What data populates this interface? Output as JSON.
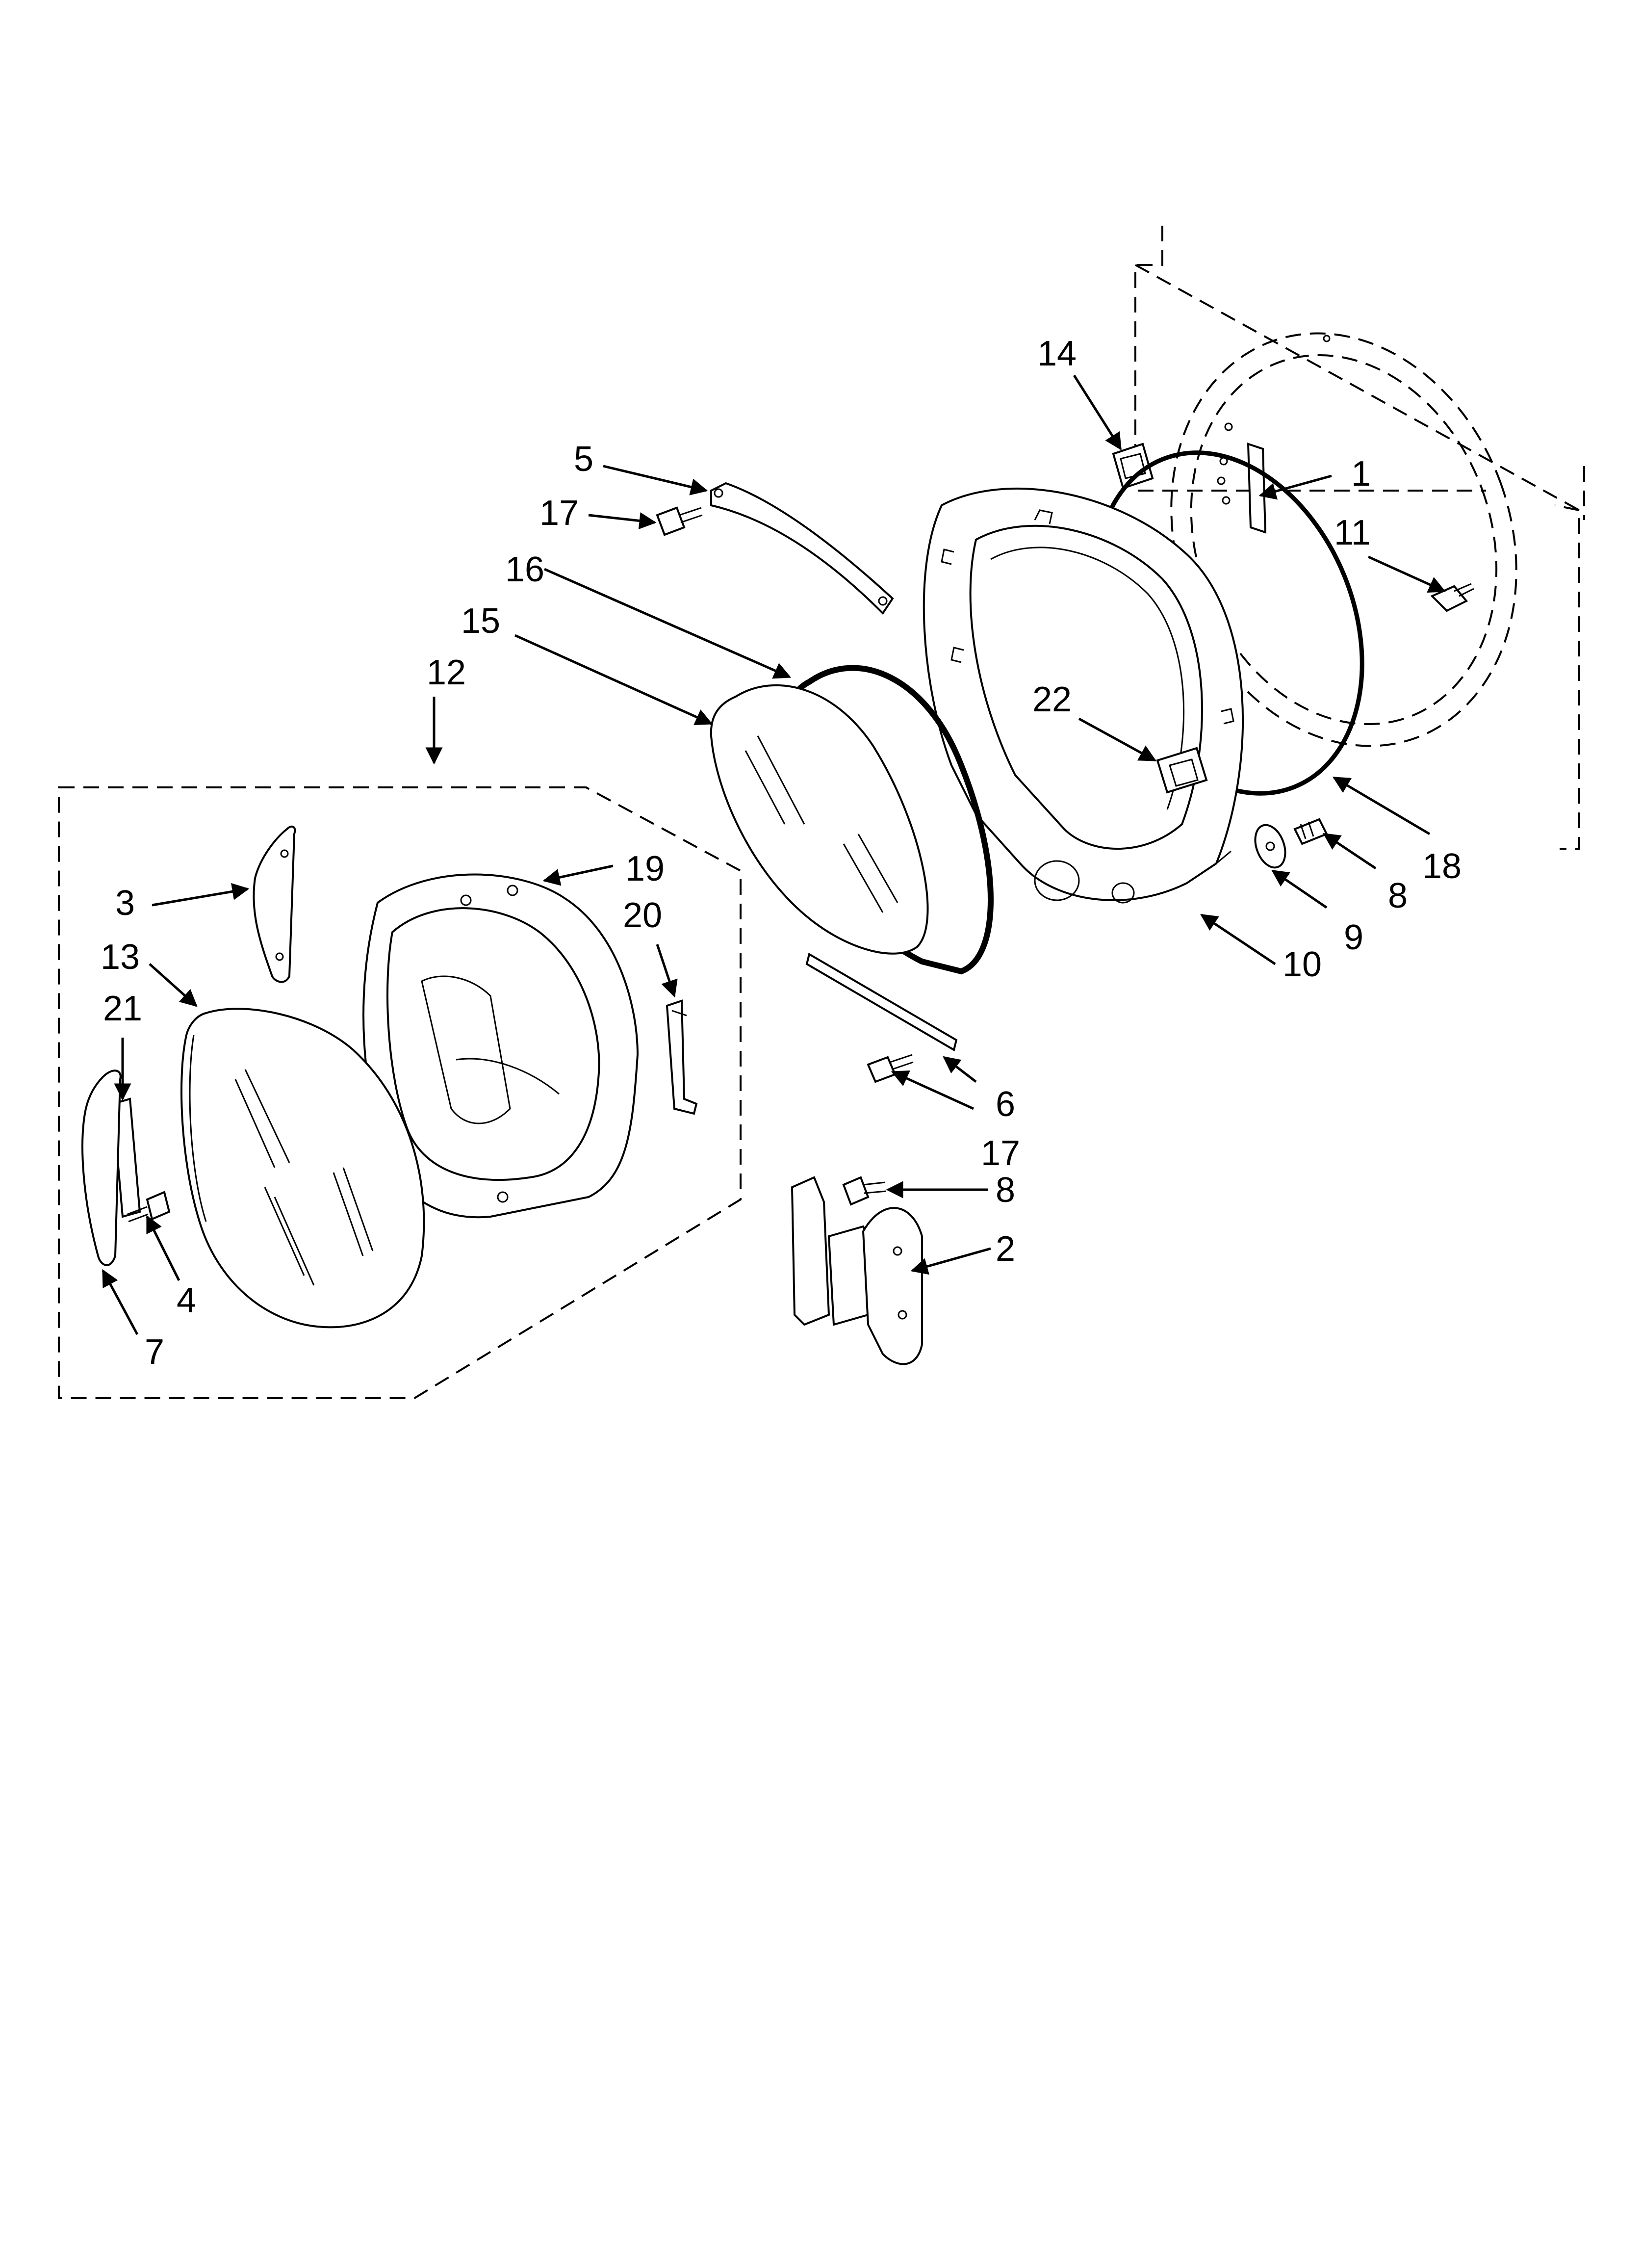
{
  "diagram": {
    "part_labels": [
      "1",
      "2",
      "3",
      "4",
      "5",
      "6",
      "7",
      "8",
      "8",
      "9",
      "10",
      "11",
      "12",
      "13",
      "14",
      "15",
      "16",
      "17",
      "17",
      "18",
      "19",
      "20",
      "21",
      "22"
    ]
  }
}
